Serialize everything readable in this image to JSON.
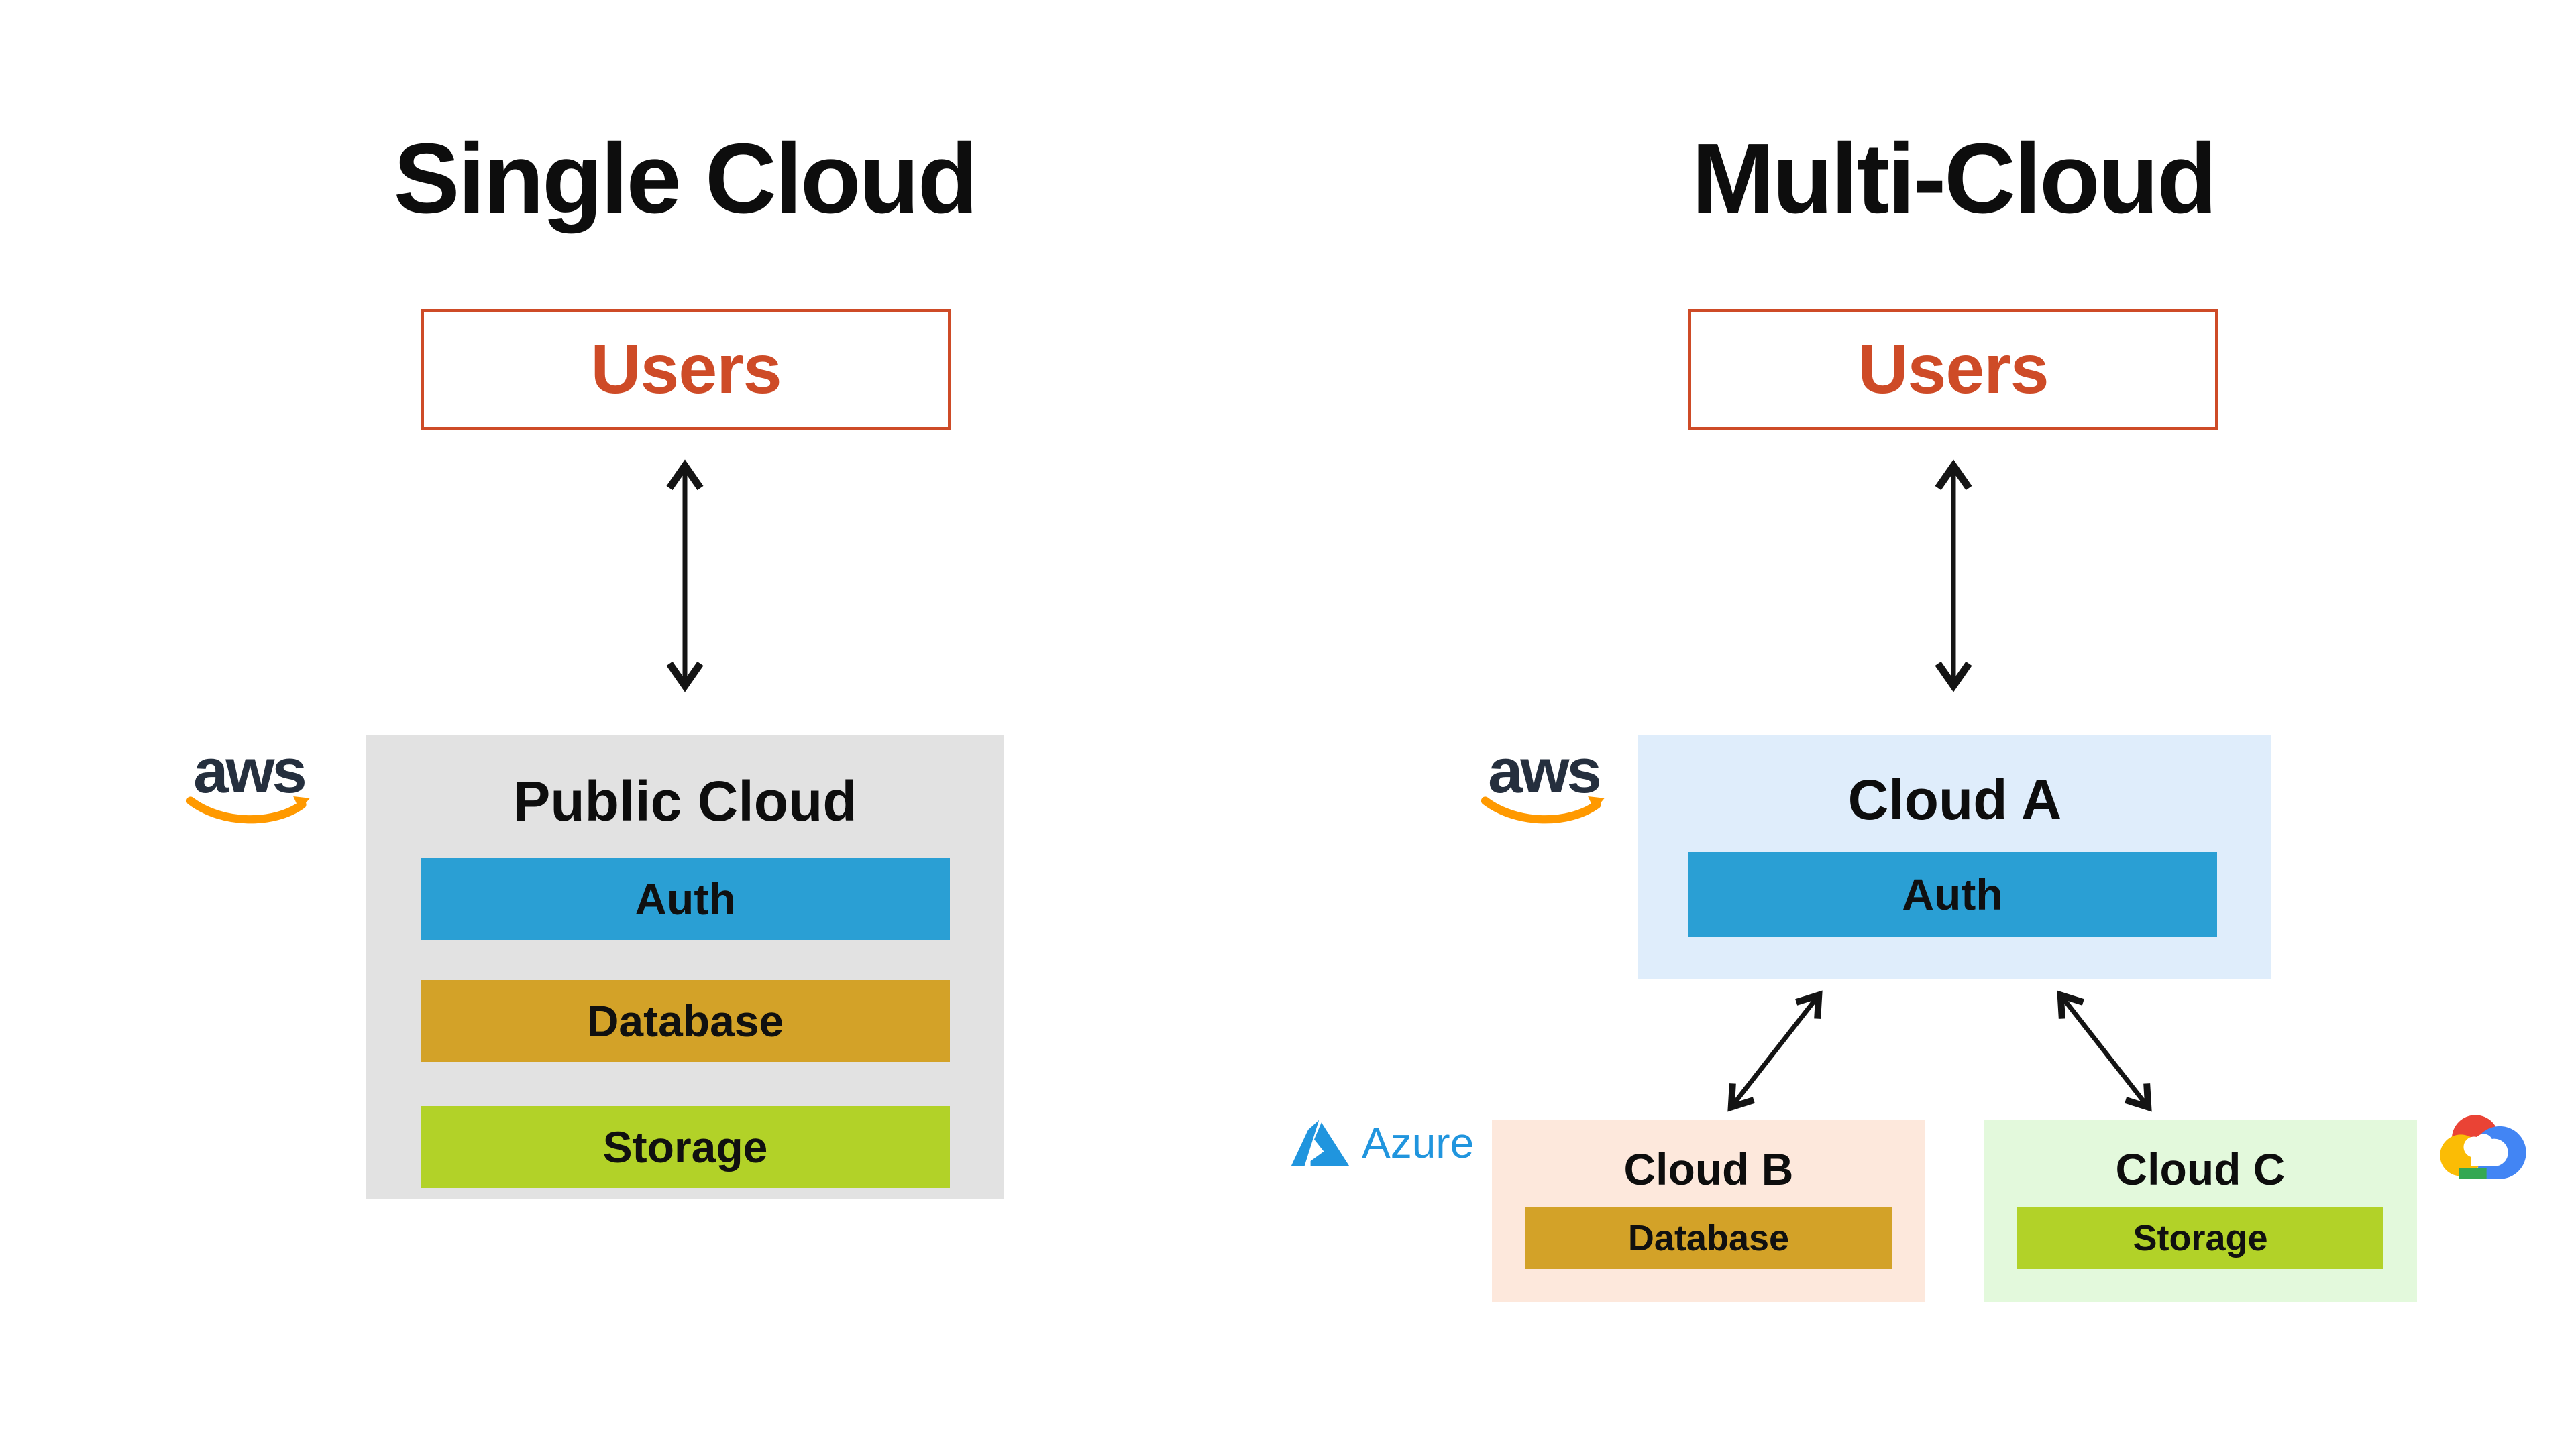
{
  "diagram": {
    "left": {
      "title": "Single Cloud",
      "users_label": "Users",
      "provider_label": "aws",
      "cloud": {
        "title": "Public Cloud",
        "services": [
          {
            "label": "Auth",
            "color": "#2A9FD4"
          },
          {
            "label": "Database",
            "color": "#D3A228"
          },
          {
            "label": "Storage",
            "color": "#B2D228"
          }
        ]
      }
    },
    "right": {
      "title": "Multi-Cloud",
      "users_label": "Users",
      "cloud_a": {
        "provider_label": "aws",
        "title": "Cloud A",
        "services": [
          {
            "label": "Auth",
            "color": "#2A9FD4"
          }
        ]
      },
      "cloud_b": {
        "provider_label": "Azure",
        "title": "Cloud B",
        "services": [
          {
            "label": "Database",
            "color": "#D3A228"
          }
        ]
      },
      "cloud_c": {
        "provider_icon": "google-cloud-logo",
        "title": "Cloud C",
        "services": [
          {
            "label": "Storage",
            "color": "#B2D228"
          }
        ]
      }
    },
    "icons": {
      "aws": "aws-logo",
      "azure": "azure-logo",
      "google_cloud": "google-cloud-logo",
      "arrows": "bidirectional-arrow"
    },
    "colors": {
      "accent_orange": "#CE4B27",
      "auth_blue": "#2A9FD4",
      "database_gold": "#D3A228",
      "storage_green": "#B2D228",
      "public_cloud_bg": "#E2E2E2",
      "cloud_a_bg": "#DFEDFB",
      "cloud_b_bg": "#FDE8DC",
      "cloud_c_bg": "#E3F9DC",
      "aws_navy": "#252F3E",
      "aws_orange": "#FF9900",
      "azure_blue": "#2095DE",
      "arrow_black": "#141414"
    }
  }
}
